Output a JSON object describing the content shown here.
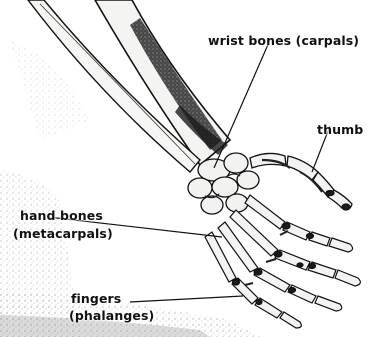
{
  "labels": {
    "wrist": "wrist bones (carpals)",
    "thumb": "thumb",
    "hand_line1": "hand bones",
    "hand_line2": "(metacarpals)",
    "fingers_line1": "fingers",
    "fingers_line2": "(phalanges)"
  },
  "colors": {
    "bone": "#f2f2f0",
    "ink": "#111111",
    "shadow": "#1a1a1a"
  }
}
